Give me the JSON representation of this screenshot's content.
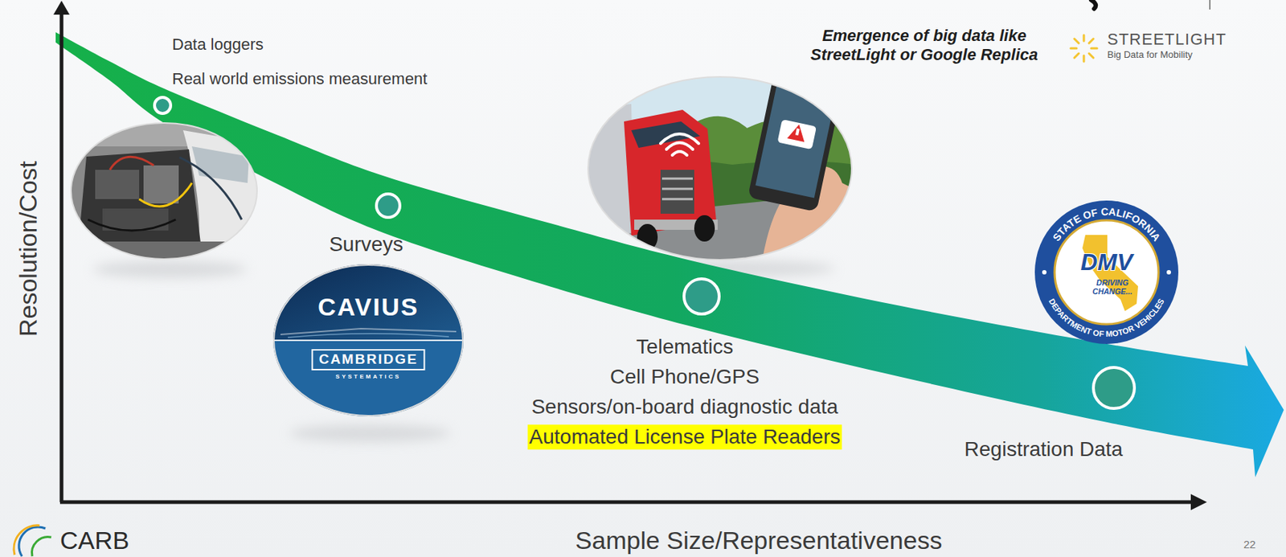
{
  "diagram": {
    "nodes": [
      {
        "text": [
          "CAVIUS",
          "CAMBRIDGE",
          "SYSTEMATICS"
        ]
      },
      {
        "text": [
          "STATE OF CALIFORNIA",
          "DMV",
          "DRIVING CHANGE...",
          "DEPARTMENT OF MOTOR VEHICLES"
        ]
      }
    ],
    "labels": [
      "Resolution/Cost",
      "Data loggers",
      "Real world emissions measurement",
      "Emergence of big data like StreetLight or Google Replica",
      "STREETLIGHT",
      "Big Data for Mobility",
      "Surveys",
      "Telematics",
      "Cell Phone/GPS",
      "Sensors/on-board diagnostic data",
      "Automated License Plate Readers",
      "Registration Data",
      "Sample Size/Representativeness",
      "CARB",
      "22"
    ]
  }
}
